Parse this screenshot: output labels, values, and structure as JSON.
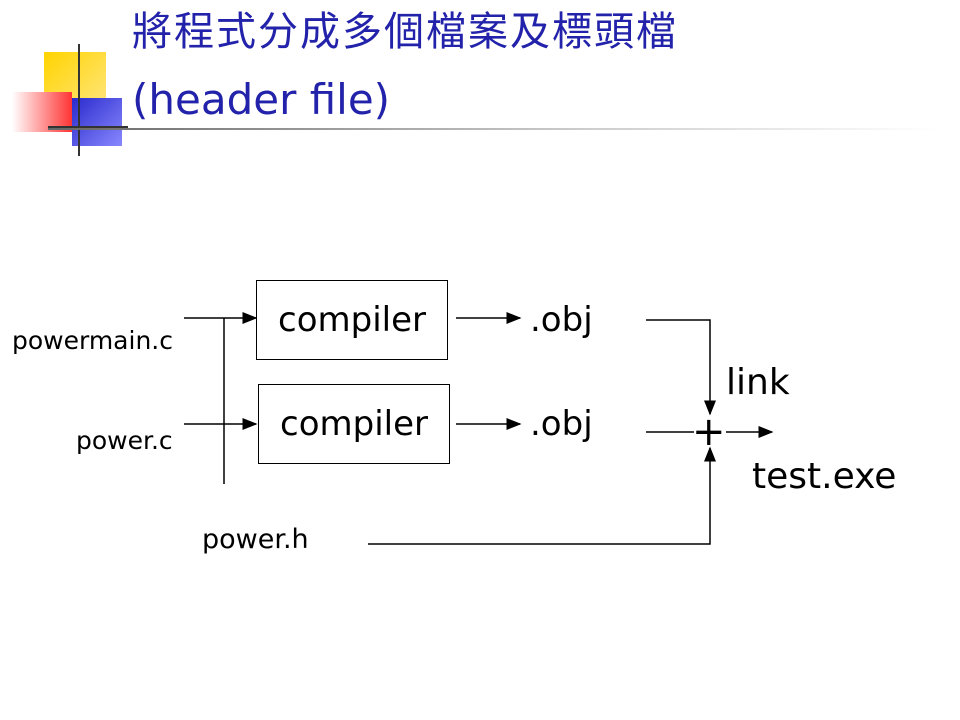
{
  "slide": {
    "title_line_1": "將程式分成多個檔案及標頭檔",
    "title_line_2": "(header file)"
  },
  "diagram": {
    "inputs": {
      "source_main": "powermain.c",
      "source_power": "power.c",
      "header": "power.h"
    },
    "boxes": {
      "compiler_1": "compiler",
      "compiler_2": "compiler"
    },
    "outputs": {
      "obj_1": ".obj",
      "obj_2": ".obj",
      "link_label": "link",
      "plus_symbol": "+",
      "executable": "test.exe"
    }
  },
  "colors": {
    "title": "#2222aa",
    "deco_yellow": "#ffcc00",
    "deco_red": "#ff4444",
    "deco_blue": "#3333cc",
    "rule": "#b0b0b0"
  }
}
